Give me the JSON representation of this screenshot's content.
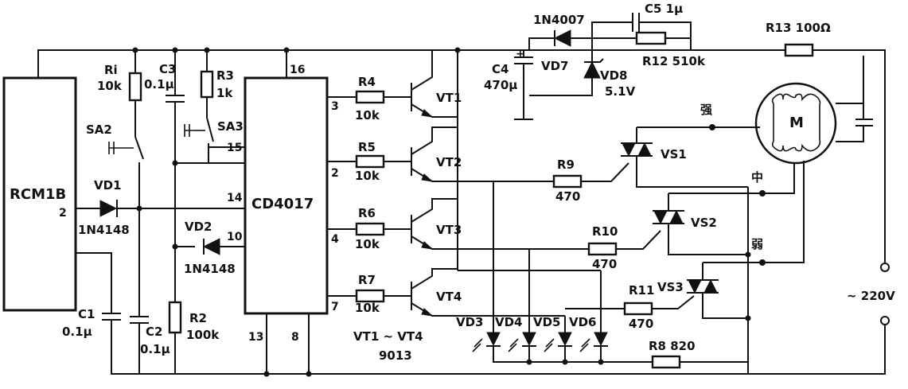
{
  "chips": {
    "rcm": "RCM1B",
    "rcm_pin": "2",
    "cd": "CD4017",
    "cd_pins": {
      "p16": "16",
      "p15": "15",
      "p14": "14",
      "p10": "10",
      "p13": "13",
      "p8": "8",
      "p3": "3",
      "p2": "2",
      "p4": "4",
      "p7": "7"
    }
  },
  "parts": {
    "ri": {
      "name": "Ri",
      "value": "10k"
    },
    "c3": {
      "name": "C3",
      "value": "0.1μ"
    },
    "r3": {
      "name": "R3",
      "value": "1k"
    },
    "sa2": "SA2",
    "sa3": "SA3",
    "vd1": {
      "name": "VD1",
      "value": "1N4148"
    },
    "vd2": {
      "name": "VD2",
      "value": "1N4148"
    },
    "c1": {
      "name": "C1",
      "value": "0.1μ"
    },
    "c2": {
      "name": "C2",
      "value": "0.1μ"
    },
    "r2": {
      "name": "R2",
      "value": "100k"
    },
    "r4": {
      "name": "R4",
      "value": "10k"
    },
    "r5": {
      "name": "R5",
      "value": "10k"
    },
    "r6": {
      "name": "R6",
      "value": "10k"
    },
    "r7": {
      "name": "R7",
      "value": "10k"
    },
    "vt1": "VT1",
    "vt2": "VT2",
    "vt3": "VT3",
    "vt4": "VT4",
    "vt_note": {
      "range": "VT1 ~ VT4",
      "type": "9013"
    },
    "vd7": {
      "name": "1N4007",
      "label": "VD7"
    },
    "vd8": {
      "name": "VD8",
      "value": "5.1V"
    },
    "c4": {
      "name": "C4",
      "value": "470μ"
    },
    "c5": "C5 1μ",
    "r12": "R12 510k",
    "r13": "R13 100Ω",
    "r9": {
      "name": "R9",
      "value": "470"
    },
    "r10": {
      "name": "R10",
      "value": "470"
    },
    "r11": {
      "name": "R11",
      "value": "470"
    },
    "r8": "R8 820",
    "vs1": "VS1",
    "vs2": "VS2",
    "vs3": "VS3",
    "leds": [
      "VD3",
      "VD4",
      "VD5",
      "VD6"
    ],
    "motor": "M",
    "speed_strong": "强",
    "speed_medium": "中",
    "speed_weak": "弱",
    "supply": "~ 220V"
  }
}
